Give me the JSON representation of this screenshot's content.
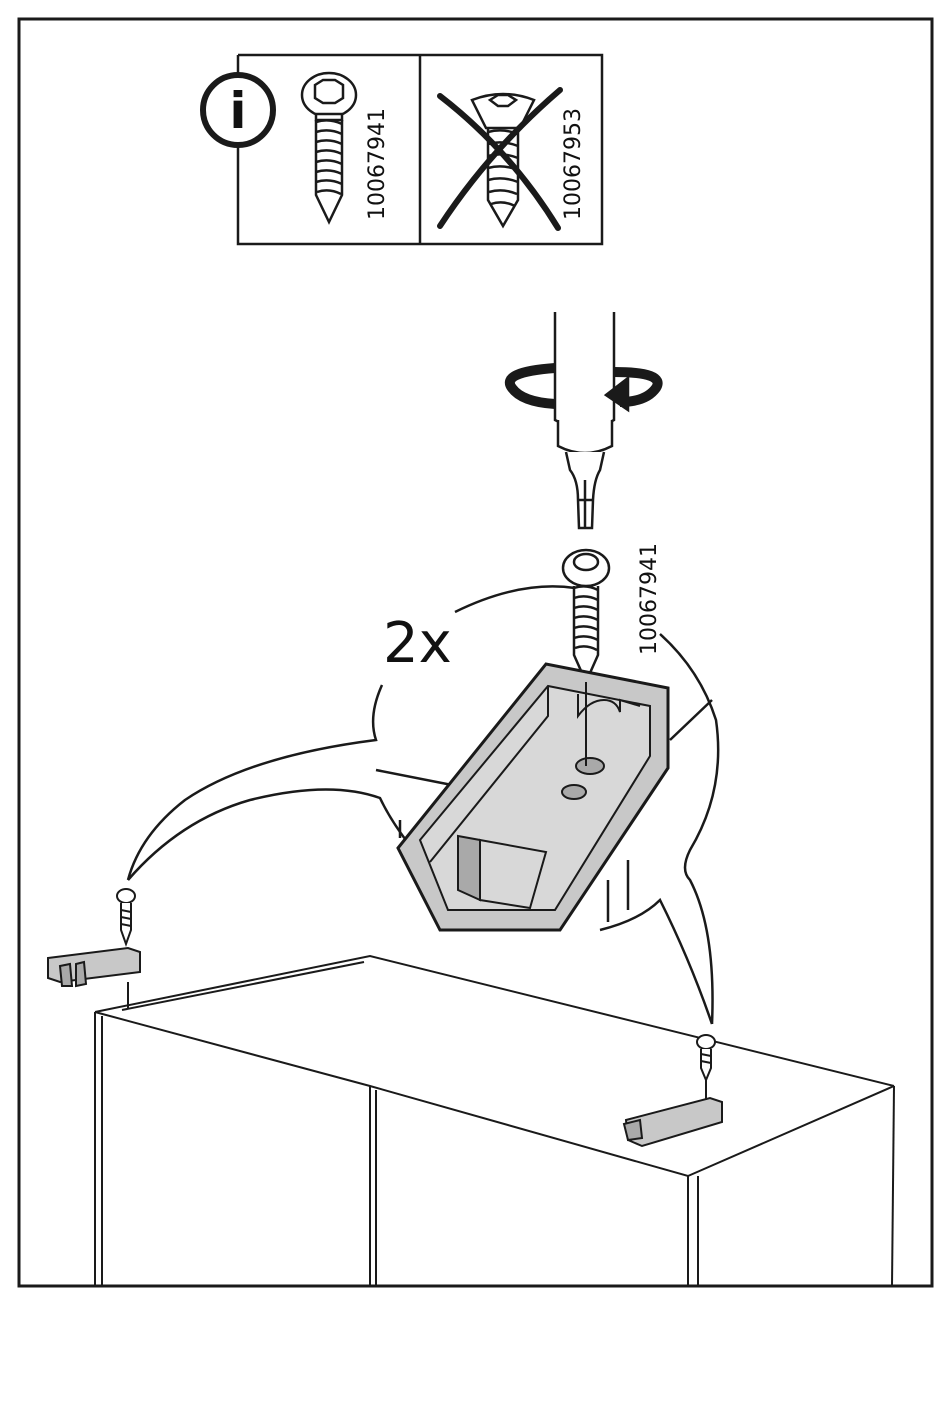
{
  "info_panel": {
    "info_symbol": "i",
    "allowed_screw": {
      "part_number": "10067941",
      "icon": "torx-pan-head-screw-icon"
    },
    "forbidden_screw": {
      "part_number": "10067953",
      "icon": "torx-countersunk-screw-icon",
      "status": "crossed-out"
    }
  },
  "step": {
    "quantity_label": "2x",
    "screw_part_number": "10067941",
    "tool": "screwdriver-icon",
    "rotation": "clockwise"
  },
  "colors": {
    "line": "#1a1a1a",
    "part_fill": "#c8c8c8",
    "part_shade": "#a9a9a9",
    "background": "#ffffff"
  }
}
